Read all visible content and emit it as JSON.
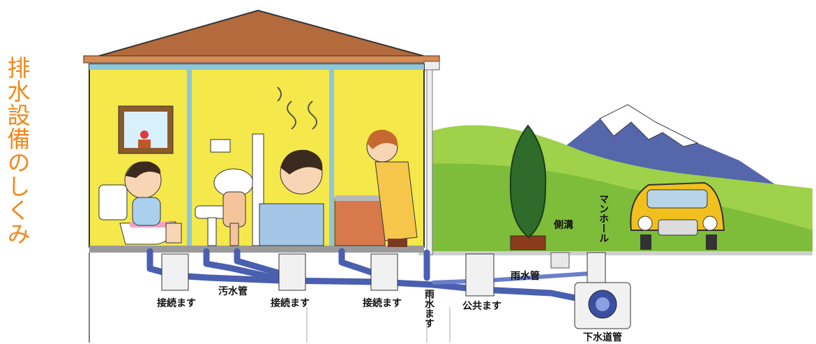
{
  "title": "排水設備のしくみ",
  "labels": {
    "connection_box_1": "接続ます",
    "connection_box_2": "接続ます",
    "connection_box_3": "接続ます",
    "sewage_pipe": "汚水管",
    "rainwater_box": "雨水ます",
    "public_box": "公共ます",
    "rainwater_pipe": "雨水管",
    "side_ditch": "側溝",
    "manhole": "マンホール",
    "sewer_main": "下水道管"
  },
  "colors": {
    "title": "#f08a1e",
    "wall": "#f5e84a",
    "roof": "#b36a3c",
    "hill": "#8cc63f",
    "mountain": "#5566aa",
    "pipe": "#4a5fb0",
    "car": "#f2c01e"
  }
}
